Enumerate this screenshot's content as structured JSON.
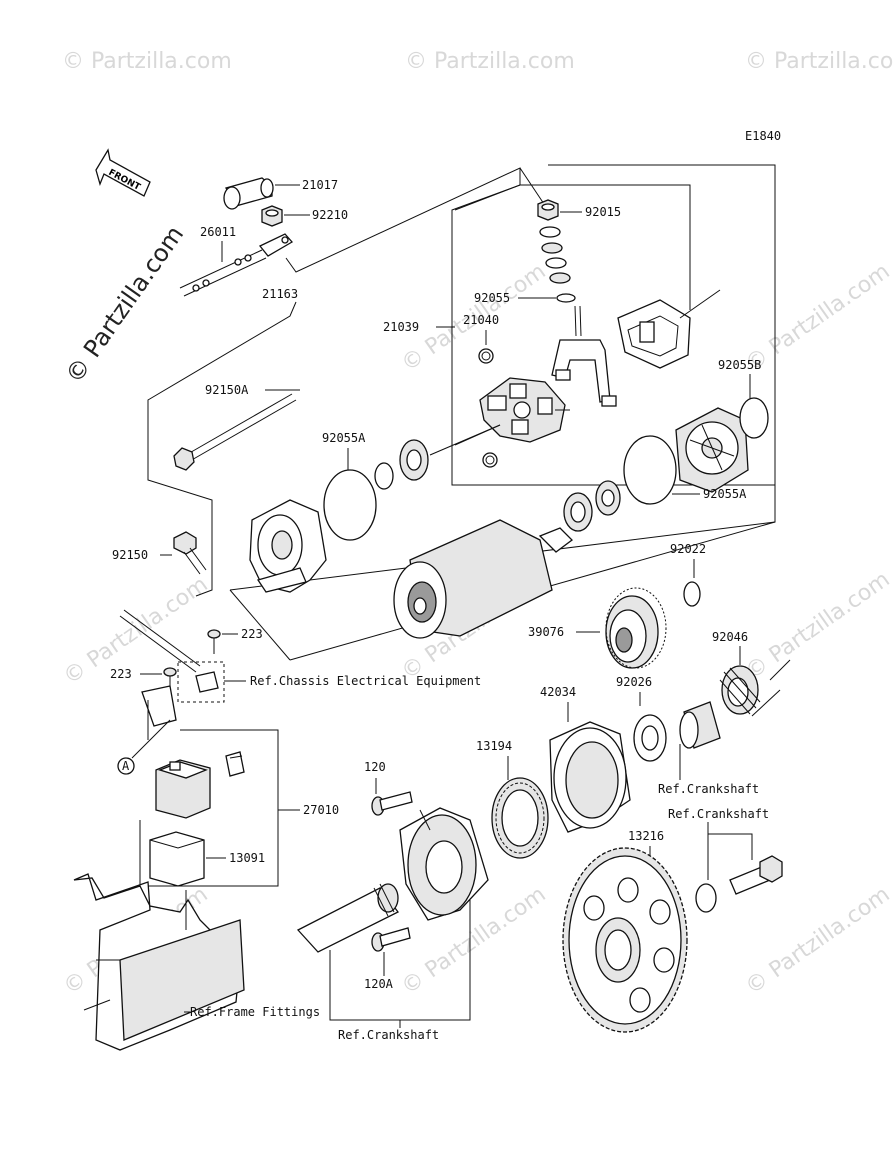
{
  "diagram_code": "E1840",
  "front_arrow": "FRONT",
  "watermark": {
    "text": "© Partzilla.com",
    "repeat_text": "© Partzilla.com"
  },
  "parts": {
    "p21017": "21017",
    "p92210": "92210",
    "p26011": "26011",
    "p21163": "21163",
    "p92015": "92015",
    "p92055": "92055",
    "p21039": "21039",
    "p21040": "21040",
    "p92150A": "92150A",
    "p92055B": "92055B",
    "p92055A_left": "92055A",
    "p92055A_right": "92055A",
    "p92150": "92150",
    "p92022": "92022",
    "p39076": "39076",
    "p92046": "92046",
    "p223_top": "223",
    "p223_left": "223",
    "p42034": "42034",
    "p92026": "92026",
    "p13194": "13194",
    "p120": "120",
    "p27010": "27010",
    "p13091": "13091",
    "p13216": "13216",
    "p120A": "120A",
    "marker_A": "A"
  },
  "references": {
    "chassis": "Ref.Chassis Electrical Equipment",
    "crankshaft_1": "Ref.Crankshaft",
    "crankshaft_2": "Ref.Crankshaft",
    "crankshaft_3": "Ref.Crankshaft",
    "frame": "Ref.Frame Fittings"
  }
}
